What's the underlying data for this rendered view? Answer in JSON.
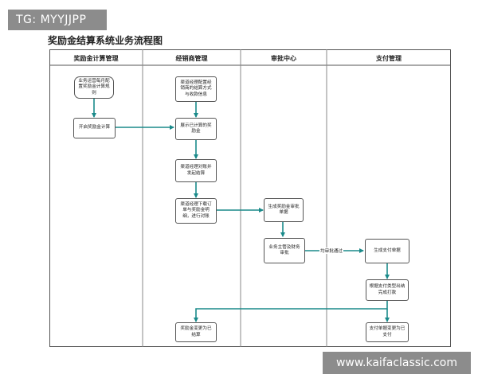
{
  "badge": {
    "text": "TG: MYYJJPP"
  },
  "title": "奖励金结算系统业务流程图",
  "lanes": [
    {
      "id": "lane-reward-mgmt",
      "label": "奖励金计算管理"
    },
    {
      "id": "lane-dealer-mgmt",
      "label": "经销商管理"
    },
    {
      "id": "lane-approval-center",
      "label": "审批中心"
    },
    {
      "id": "lane-payment-mgmt",
      "label": "支付管理"
    }
  ],
  "nodes": {
    "configure_rules": "业务运营每月配置奖励金计算规则",
    "start_calc": "开启奖励金计算",
    "configure_settlement": "渠道经理配置经销商的结算方式与收款信息",
    "show_calculated": "展示已计算的奖励金",
    "initiate_settlement": "渠道经理对账并发起结算",
    "download_details": "渠道经理下载订单与奖励金明细，进行对账",
    "generate_approval": "生成奖励金审批单据",
    "finance_review": "业务主管及财务审批",
    "generate_payment": "生成支付单据",
    "complete_payment": "根据支付类型出纳完成打款",
    "reward_settled": "奖励金变更为已结算",
    "payment_changed": "支付单据变更为已支付"
  },
  "edge_labels": {
    "approved": "均审批通过"
  },
  "watermark": {
    "text": "www.kaifaclassic.com"
  }
}
